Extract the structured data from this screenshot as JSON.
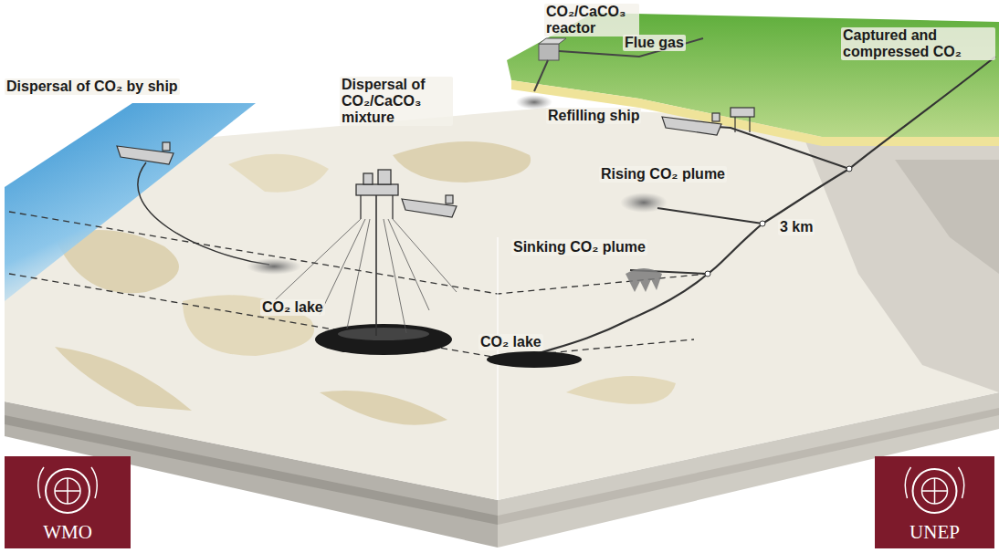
{
  "diagram": {
    "nodes": [
      {
        "text": [
          "WMO"
        ]
      },
      {
        "text": [
          "UNEP"
        ]
      }
    ],
    "labels": [
      "Dispersal of CO₂ by ship",
      "CO₂/CaCO₃ reactor",
      "Flue gas",
      "Captured and compressed CO₂",
      "Dispersal of CO₂/CaCO₃ mixture",
      "Refilling ship",
      "Rising CO₂ plume",
      "Sinking CO₂ plume",
      "3 km",
      "CO₂ lake",
      "CO₂ lake"
    ]
  }
}
